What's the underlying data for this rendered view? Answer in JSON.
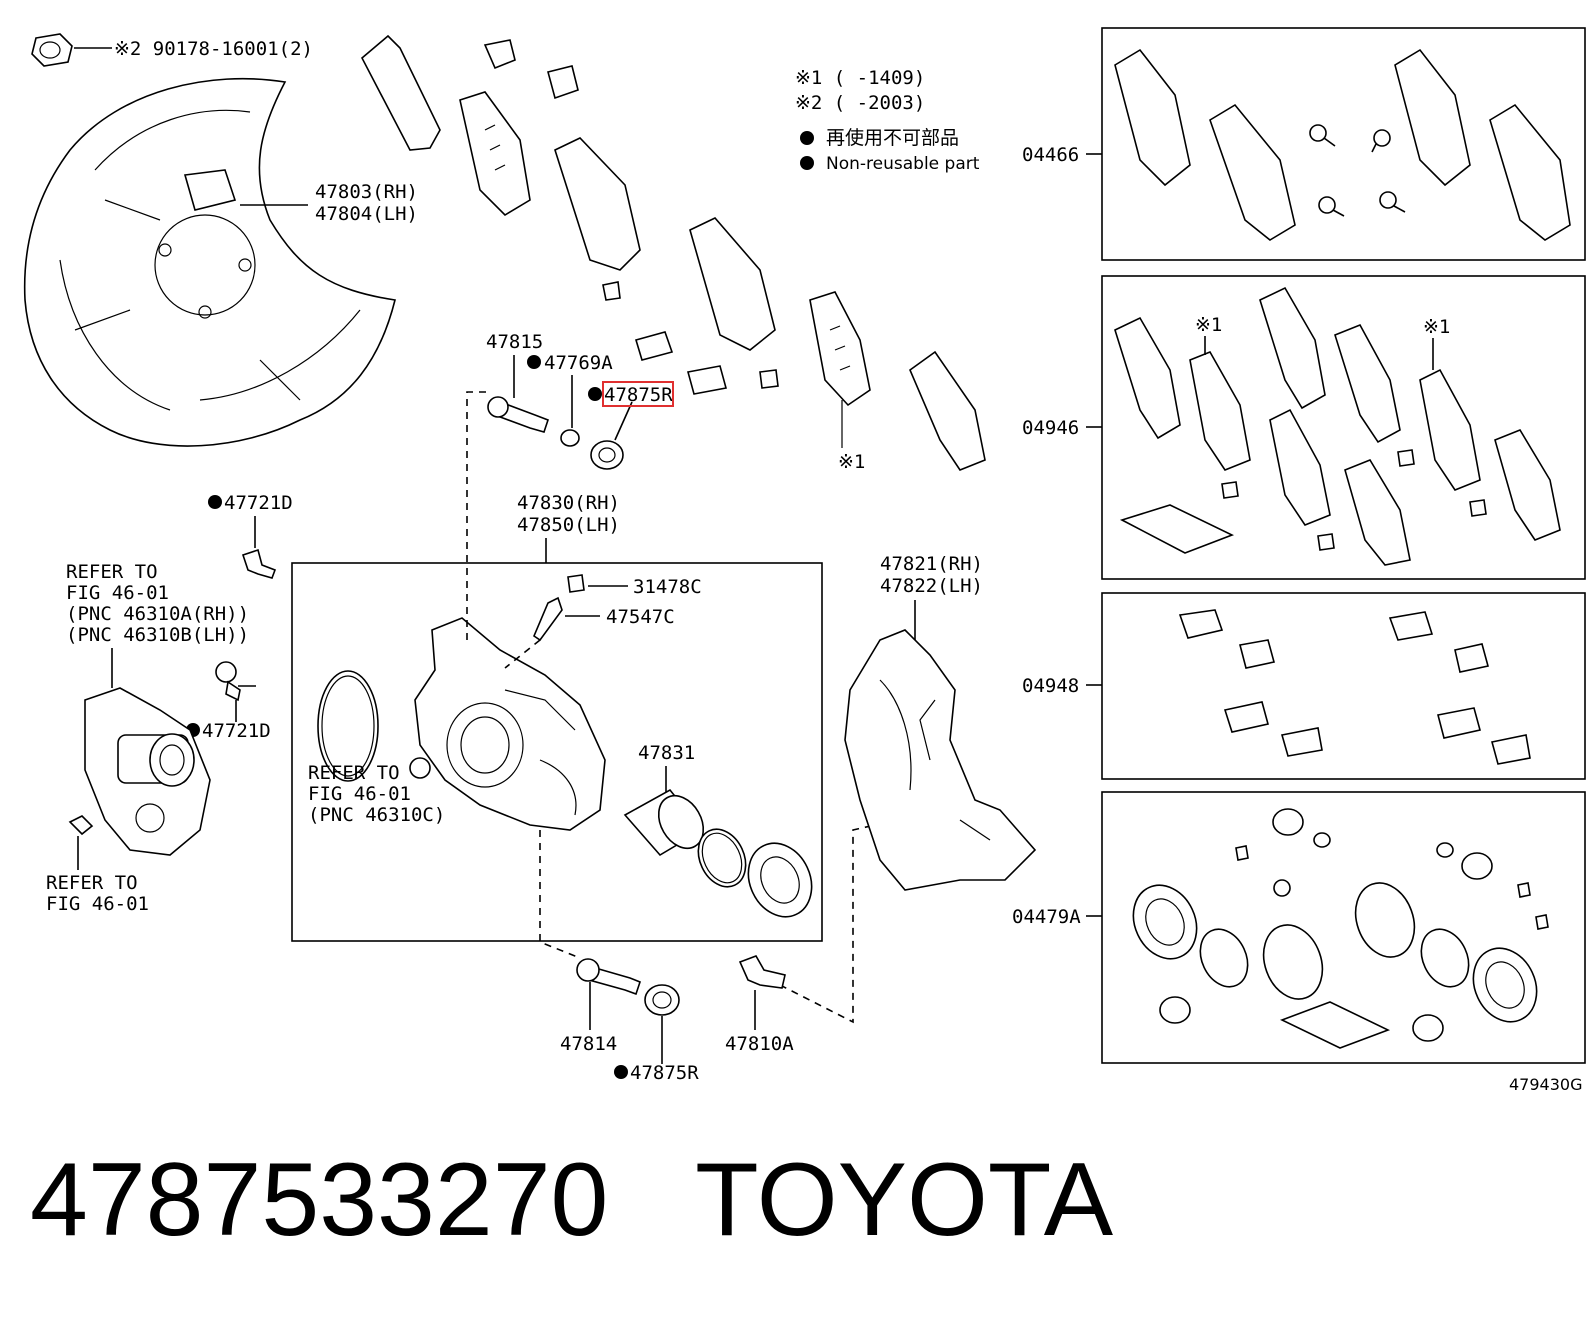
{
  "legend": {
    "note1": "※1 (     -1409)",
    "note2": "※2 (     -2003)",
    "nonreusable_jp": "再使用不可部品",
    "nonreusable_en": "Non-reusable part"
  },
  "labels": {
    "nut_ref": "※2 90178-16001(2)",
    "p47803": "47803(RH)",
    "p47804": "47804(LH)",
    "p47815": "47815",
    "p47769A": "47769A",
    "p47875R_top": "47875R",
    "p47721D_a": "47721D",
    "p47721D_b": "47721D",
    "p47830": "47830(RH)",
    "p47850": "47850(LH)",
    "p31478C": "31478C",
    "p47547C": "47547C",
    "p47831": "47831",
    "p47821": "47821(RH)",
    "p47822": "47822(LH)",
    "p47814": "47814",
    "p47810A": "47810A",
    "p47875R_bot": "47875R",
    "mark1_a": "※1",
    "mark1_b": "※1",
    "mark1_c": "※1"
  },
  "refers": {
    "motor": [
      "REFER TO",
      "FIG 46-01",
      "(PNC 46310A(RH))",
      "(PNC 46310B(LH))"
    ],
    "seal": [
      "REFER TO",
      "FIG 46-01",
      "(PNC 46310C)"
    ],
    "bottom": [
      "REFER TO",
      "FIG 46-01"
    ]
  },
  "kits": {
    "k04466": "04466",
    "k04946": "04946",
    "k04948": "04948",
    "k04479A": "04479A"
  },
  "figure_code": "479430G",
  "footer": {
    "part_number": "4787533270",
    "brand": "TOYOTA"
  },
  "colors": {
    "highlight_box": "#e03030"
  }
}
